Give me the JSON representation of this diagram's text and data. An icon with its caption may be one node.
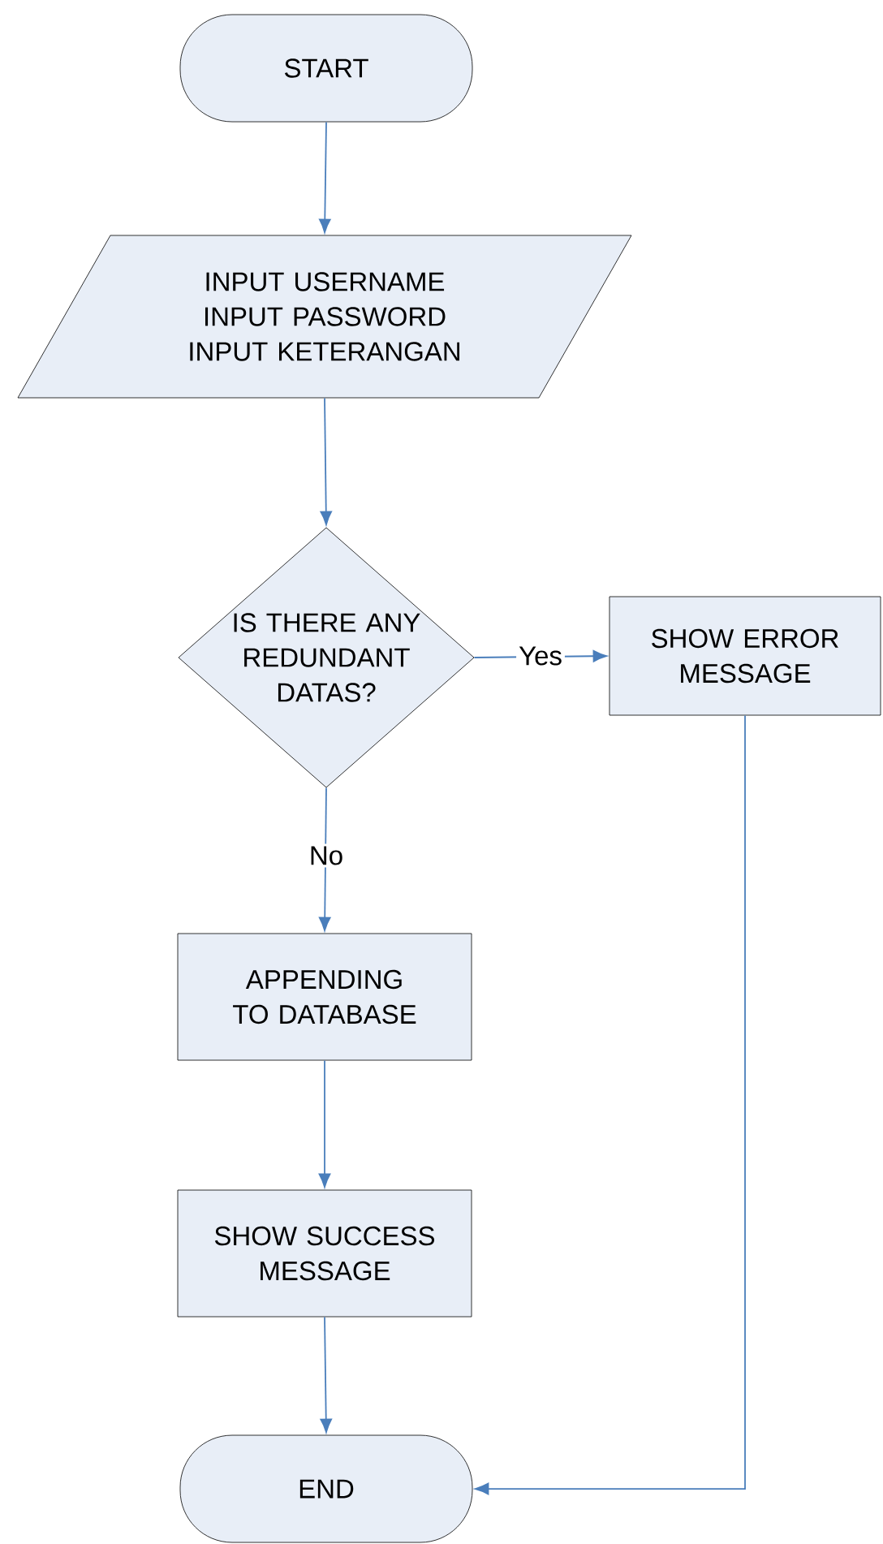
{
  "diagram": {
    "nodes": [
      {
        "text": [
          "START"
        ]
      },
      {
        "text": [
          "INPUT USERNAME",
          "INPUT PASSWORD",
          "INPUT KETERANGAN"
        ]
      },
      {
        "text": [
          "IS THERE ANY REDUNDANT DATAS?"
        ]
      },
      {
        "text": [
          "SHOW ERROR MESSAGE"
        ]
      },
      {
        "text": [
          "APPENDING TO DATABASE"
        ]
      },
      {
        "text": [
          "SHOW SUCCESS MESSAGE"
        ]
      },
      {
        "text": [
          "END"
        ]
      }
    ],
    "edges": [
      {
        "from": 0,
        "to": 1,
        "arrow": "to"
      },
      {
        "from": 1,
        "to": 2,
        "arrow": "to"
      },
      {
        "from": 2,
        "to": 3,
        "arrow": "to",
        "label": "Yes"
      },
      {
        "from": 2,
        "to": 4,
        "arrow": "to",
        "label": "No"
      },
      {
        "from": 4,
        "to": 5,
        "arrow": "to"
      },
      {
        "from": 5,
        "to": 6,
        "arrow": "to"
      },
      {
        "from": 3,
        "to": 6,
        "arrow": "to"
      }
    ]
  }
}
